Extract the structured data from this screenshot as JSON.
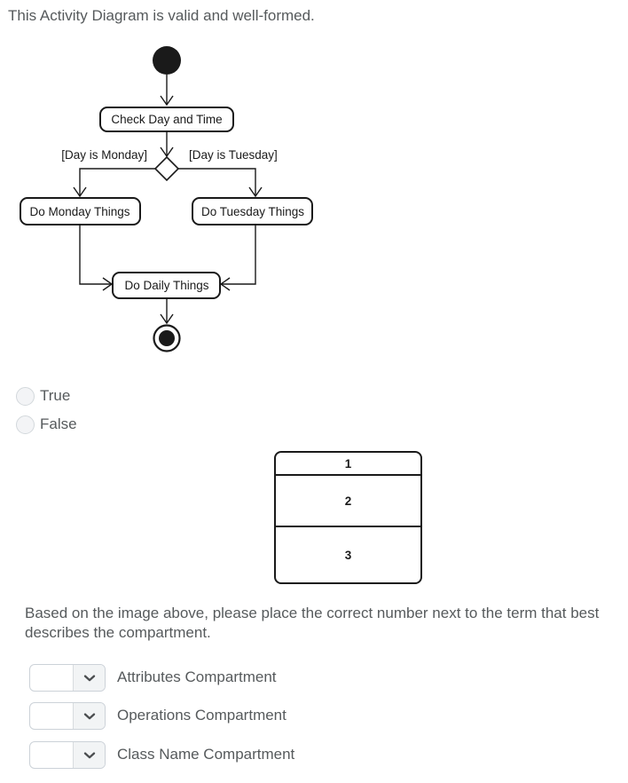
{
  "colors": {
    "body_text": "#565a5c",
    "diagram_stroke": "#1a1a1a",
    "control_border": "#ccd2d8",
    "control_fill": "#f2f4f5"
  },
  "question_tf": {
    "title": "This Activity Diagram is valid and well-formed.",
    "options": [
      {
        "label": "True",
        "selected": false
      },
      {
        "label": "False",
        "selected": false
      }
    ]
  },
  "activity_diagram": {
    "action_check": "Check Day and Time",
    "guard_monday": "[Day is Monday]",
    "guard_tuesday": "[Day is Tuesday]",
    "action_monday": "Do Monday Things",
    "action_tuesday": "Do Tuesday Things",
    "action_daily": "Do Daily Things"
  },
  "class_box": {
    "compartment_labels": [
      "1",
      "2",
      "3"
    ]
  },
  "question_match": {
    "prompt_lines": [
      "Based on the image above, please place the correct number next to the term that best",
      "describes the compartment."
    ],
    "rows": [
      {
        "label": "Attributes Compartment",
        "selected_value": ""
      },
      {
        "label": "Operations Compartment",
        "selected_value": ""
      },
      {
        "label": "Class Name Compartment",
        "selected_value": ""
      }
    ]
  }
}
